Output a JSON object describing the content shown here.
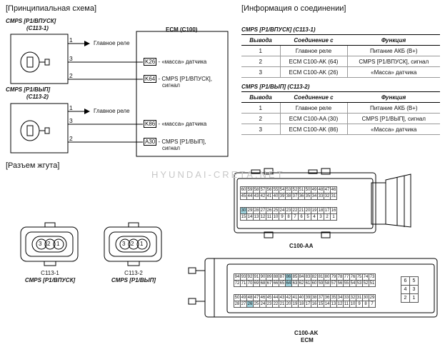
{
  "schematic": {
    "section_title": "[Принципиальная схема]",
    "sensor1_name": "CMPS [P1/ВПУСК]",
    "sensor1_code": "(C113-1)",
    "sensor2_name": "CMPS [P1/ВЫП]",
    "sensor2_code": "(C113-2)",
    "ecm_title": "ECM (C100)",
    "main_relay_1": "Главное реле",
    "main_relay_2": "Главное реле",
    "wire_numbers": {
      "s1_1": "1",
      "s1_3": "3",
      "s1_2": "2",
      "s2_1": "1",
      "s2_3": "3",
      "s2_2": "2"
    },
    "ecm_pins": [
      {
        "code": "K26",
        "label": "- «масса» датчика",
        "label2": ""
      },
      {
        "code": "K64",
        "label": "- CMPS [P1/ВПУСК],",
        "label2": "сигнал"
      },
      {
        "code": "K86",
        "label": "- «масса» датчика",
        "label2": ""
      },
      {
        "code": "A30",
        "label": "- CMPS [P1/ВЫП],",
        "label2": "сигнал"
      }
    ]
  },
  "connection_info": {
    "section_title": "[Информация о соединении]",
    "headers": [
      "Вывода",
      "Соединение с",
      "Функция"
    ],
    "groups": [
      {
        "title": "CMPS [P1/ВПУСК] (C113-1)",
        "rows": [
          [
            "1",
            "Главное реле",
            "Питание АКБ (B+)"
          ],
          [
            "2",
            "ECM C100-AK (64)",
            "CMPS [P1/ВПУСК], сигнал"
          ],
          [
            "3",
            "ECM C100-AK (26)",
            "«Масса» датчика"
          ]
        ]
      },
      {
        "title": "CMPS [P1/ВЫП] (C113-2)",
        "rows": [
          [
            "1",
            "Главное реле",
            "Питание АКБ (B+)"
          ],
          [
            "2",
            "ECM C100-AA (30)",
            "CMPS [P1/ВЫП], сигнал"
          ],
          [
            "3",
            "ECM C100-AK (86)",
            "«Масса» датчика"
          ]
        ]
      }
    ]
  },
  "harness": {
    "section_title": "[Разъем жгута]",
    "watermark": "HYUNDAI-CRETA.NET",
    "conn1": {
      "code": "C113-1",
      "name": "CMPS [P1/ВПУСК]",
      "pins": [
        "3",
        "2",
        "1"
      ]
    },
    "conn2": {
      "code": "C113-2",
      "name": "CMPS [P1/ВЫП]",
      "pins": [
        "3",
        "2",
        "1"
      ]
    },
    "c100aa": {
      "label": "C100-AA",
      "rows": [
        [
          "60",
          "59",
          "58",
          "57",
          "56",
          "55",
          "54",
          "53",
          "52",
          "51",
          "50",
          "49",
          "48",
          "47",
          "46"
        ],
        [
          "45",
          "44",
          "43",
          "42",
          "41",
          "40",
          "39",
          "38",
          "37",
          "36",
          "35",
          "34",
          "33",
          "32",
          "31"
        ],
        [
          "30",
          "29",
          "28",
          "27",
          "26",
          "25",
          "24",
          "23",
          "22",
          "21",
          "20",
          "19",
          "18",
          "17",
          "16"
        ],
        [
          "15",
          "14",
          "13",
          "12",
          "11",
          "10",
          "9",
          "8",
          "7",
          "6",
          "5",
          "4",
          "3",
          "2",
          "1"
        ]
      ],
      "highlight": [
        "30"
      ]
    },
    "c100ak": {
      "label": "C100-AK",
      "sublabel": "ECM",
      "rows": [
        [
          "94",
          "93",
          "92",
          "91",
          "90",
          "89",
          "88",
          "87",
          "86",
          "85",
          "84",
          "83",
          "82",
          "81",
          "80",
          "79",
          "78",
          "77",
          "76",
          "75",
          "74",
          "73"
        ],
        [
          "72",
          "71",
          "70",
          "69",
          "68",
          "67",
          "66",
          "65",
          "64",
          "63",
          "62",
          "61",
          "60",
          "59",
          "58",
          "57",
          "56",
          "55",
          "54",
          "53",
          "52",
          "51"
        ],
        [
          "50",
          "49",
          "48",
          "47",
          "46",
          "45",
          "44",
          "43",
          "42",
          "41",
          "40",
          "39",
          "38",
          "37",
          "36",
          "35",
          "34",
          "33",
          "32",
          "31",
          "30",
          "29"
        ],
        [
          "28",
          "27",
          "26",
          "25",
          "24",
          "23",
          "22",
          "21",
          "20",
          "19",
          "18",
          "17",
          "16",
          "15",
          "14",
          "13",
          "12",
          "11",
          "10",
          "9",
          "8",
          "7"
        ]
      ],
      "side_rows": [
        [
          "6",
          "5"
        ],
        [
          "4",
          "3"
        ],
        [
          "2",
          "1"
        ]
      ],
      "highlight": [
        "86",
        "64",
        "26"
      ]
    }
  }
}
